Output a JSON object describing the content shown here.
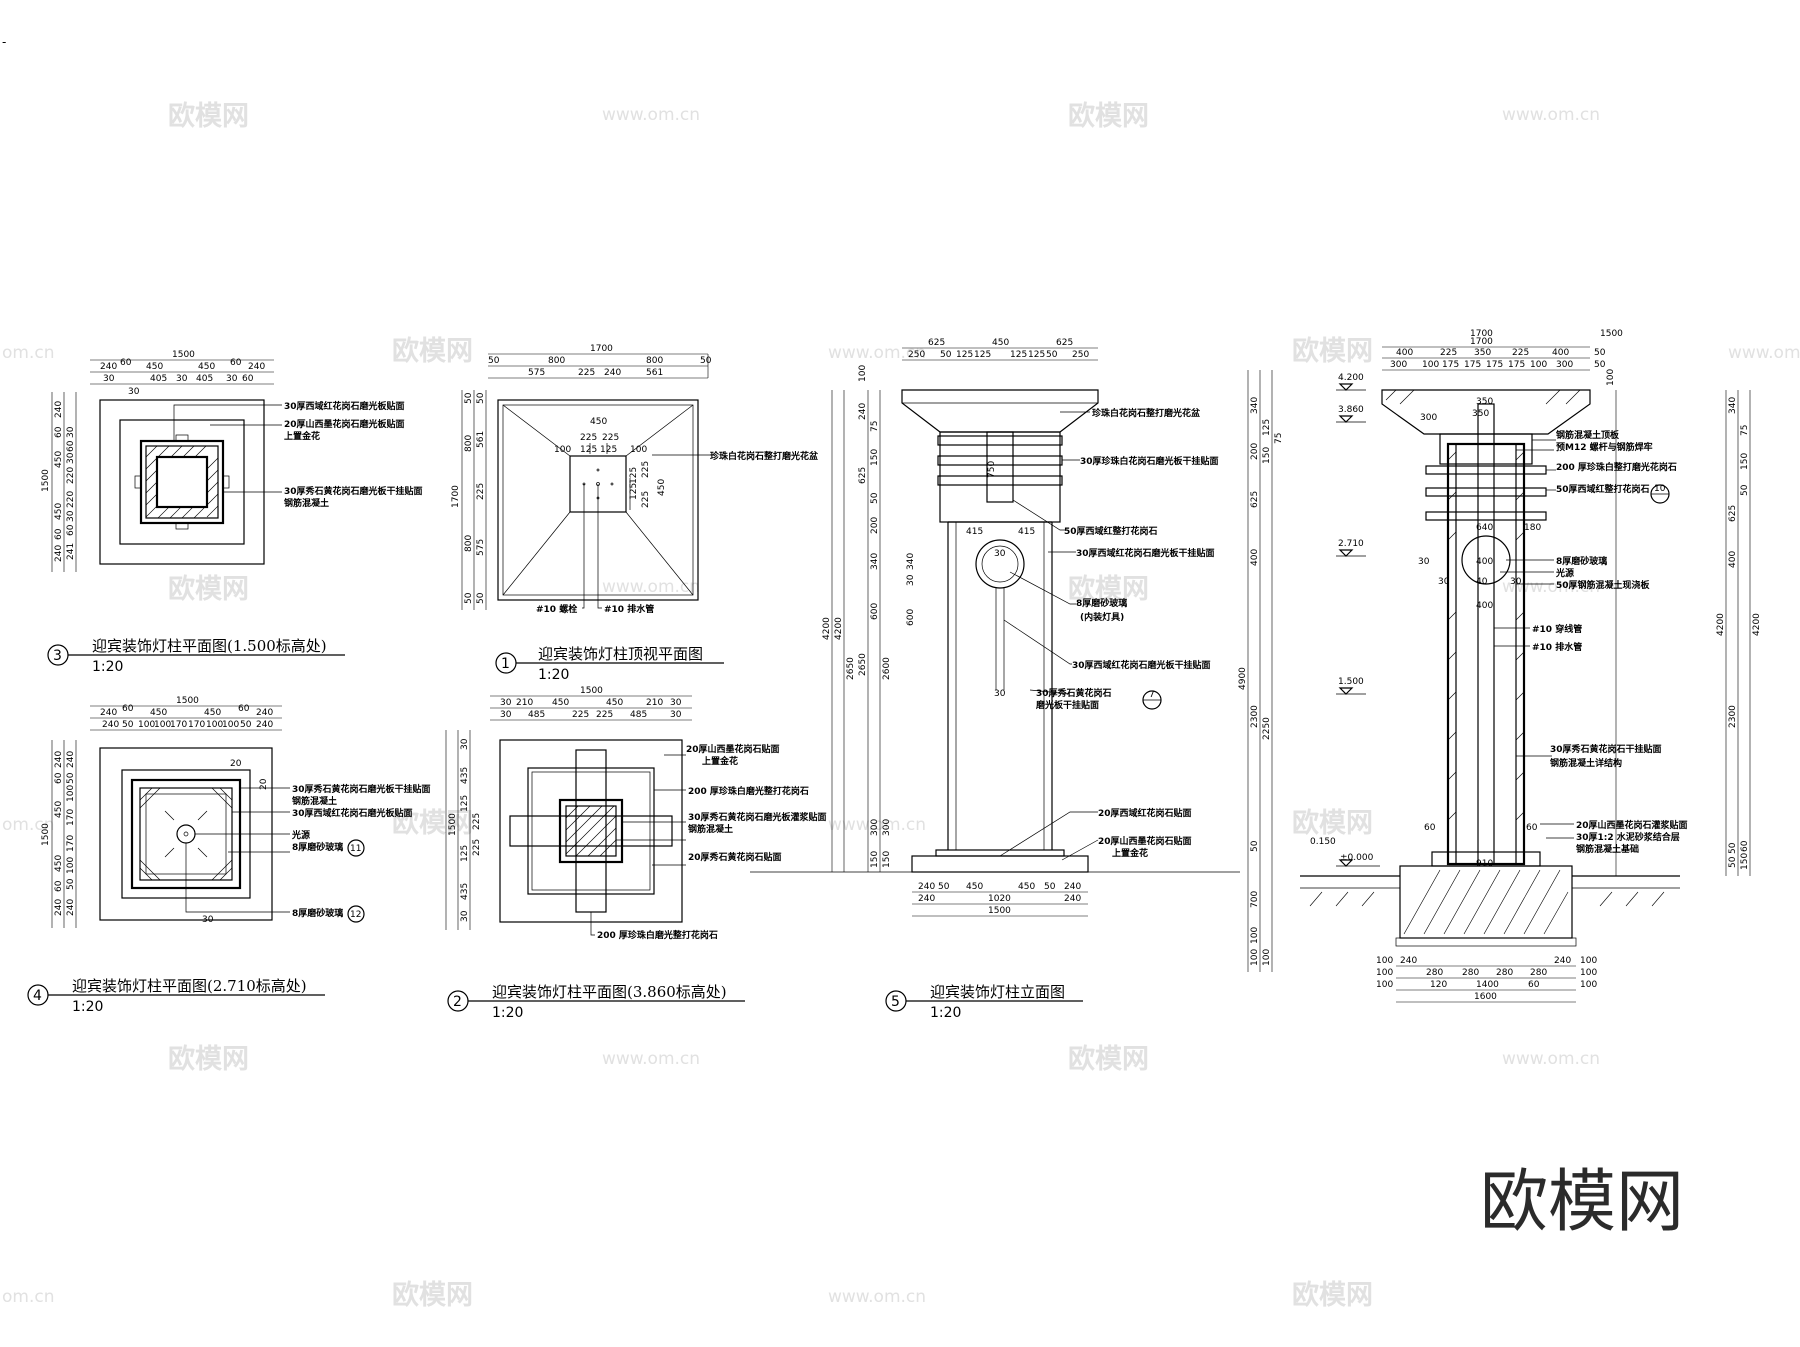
{
  "corner_mark": "-",
  "watermarks": {
    "brand": "欧模网",
    "url": "www.om.cn",
    "url_short": "om.cn"
  },
  "brand_logo": "欧模网",
  "views": {
    "v3": {
      "number": "3",
      "title": "迎宾装饰灯柱平面图(1.500标高处)",
      "scale": "1:20",
      "dims_top": [
        "1500",
        "240",
        "60",
        "450",
        "450",
        "60",
        "240",
        "30",
        "405",
        "30",
        "405",
        "30",
        "60",
        "30"
      ],
      "dims_left": [
        "1500",
        "240",
        "60",
        "450",
        "450",
        "60",
        "240",
        "30",
        "60",
        "30",
        "220",
        "220",
        "30",
        "60",
        "241"
      ],
      "notes": [
        "30厚西域红花岗石磨光板贴面",
        "20厚山西墨花岗石磨光板贴面",
        "上置金花",
        "30厚秀石黄花岗石磨光板干挂贴面",
        "钢筋混凝土"
      ]
    },
    "v1": {
      "number": "1",
      "title": "迎宾装饰灯柱顶视平面图",
      "scale": "1:20",
      "dims_top": [
        "1700",
        "800",
        "800",
        "50",
        "50",
        "575",
        "225",
        "240",
        "561"
      ],
      "dims_inner": [
        "450",
        "100",
        "225",
        "225",
        "100",
        "125",
        "125",
        "125",
        "125",
        "225",
        "225",
        "450"
      ],
      "dims_left": [
        "1700",
        "50",
        "50",
        "561",
        "800",
        "225",
        "800",
        "575",
        "50",
        "50"
      ],
      "notes": [
        "珍珠白花岗石整打磨光花盆",
        "#10 螺栓",
        "#10 排水管"
      ]
    },
    "v4": {
      "number": "4",
      "title": "迎宾装饰灯柱平面图(2.710标高处)",
      "scale": "1:20",
      "dims_top": [
        "1500",
        "240",
        "60",
        "450",
        "450",
        "60",
        "240",
        "240",
        "50",
        "100",
        "100",
        "170",
        "170",
        "100",
        "100",
        "50",
        "240"
      ],
      "dims_left": [
        "1500",
        "240",
        "60",
        "450",
        "450",
        "60",
        "240",
        "240",
        "50",
        "100",
        "170",
        "170",
        "100",
        "50",
        "240"
      ],
      "dims_misc": [
        "20",
        "20",
        "30"
      ],
      "notes": [
        "30厚秀石黄花岗石磨光板干挂贴面",
        "钢筋混凝土",
        "30厚西域红花岗石磨光板贴面",
        "光源",
        "8厚磨砂玻璃",
        "8厚磨砂玻璃"
      ],
      "markers": [
        "11",
        "12"
      ]
    },
    "v2": {
      "number": "2",
      "title": "迎宾装饰灯柱平面图(3.860标高处)",
      "scale": "1:20",
      "dims_top": [
        "1500",
        "30",
        "210",
        "450",
        "450",
        "210",
        "30",
        "30",
        "485",
        "225",
        "225",
        "485",
        "30"
      ],
      "dims_left": [
        "1500",
        "30",
        "435",
        "125",
        "225",
        "225",
        "125",
        "435",
        "30"
      ],
      "notes": [
        "20厚山西墨花岗石贴面",
        "上置金花",
        "200 厚珍珠白磨光整打花岗石",
        "30厚秀石黄花岗石磨光板灌浆贴面",
        "钢筋混凝土",
        "20厚秀石黄花岗石贴面",
        "200 厚珍珠白磨光整打花岗石"
      ]
    },
    "v5": {
      "number": "5",
      "title": "迎宾装饰灯柱立面图",
      "scale": "1:20",
      "dims_top": [
        "625",
        "450",
        "625",
        "250",
        "50",
        "125",
        "125",
        "125",
        "125",
        "50",
        "250"
      ],
      "dims_right": [
        "100",
        "240",
        "75",
        "625",
        "150",
        "50",
        "200",
        "340",
        "600",
        "2650",
        "300",
        "150",
        "4200"
      ],
      "dims_left": [
        "4200",
        "2650",
        "2600",
        "340",
        "600",
        "300",
        "150"
      ],
      "dims_bottom": [
        "240",
        "50",
        "450",
        "450",
        "50",
        "240",
        "240",
        "1020",
        "240",
        "1500"
      ],
      "dims_misc": [
        "415",
        "415",
        "750",
        "30",
        "30",
        "30"
      ],
      "notes": [
        "珍珠白花岗石整打磨光花盆",
        "30厚珍珠白花岗石磨光板干挂贴面",
        "50厚西域红整打花岗石",
        "30厚西域红花岗石磨光板干挂贴面",
        "8厚磨砂玻璃",
        "(内装灯具)",
        "30厚西域红花岗石磨光板干挂贴面",
        "30厚秀石黄花岗石",
        "磨光板干挂贴面",
        "20厚西域红花岗石贴面",
        "20厚山西墨花岗石贴面",
        "上置金花"
      ],
      "markers": [
        "7"
      ]
    },
    "v6": {
      "dims_top": [
        "1700",
        "400",
        "225",
        "350",
        "225",
        "400",
        "50",
        "50",
        "300",
        "100",
        "175",
        "175",
        "175",
        "175",
        "100",
        "300"
      ],
      "dims_inner": [
        "350",
        "640",
        "180",
        "400",
        "40",
        "400",
        "30",
        "30",
        "30",
        "60",
        "60",
        "910"
      ],
      "dims_left": [
        "4900",
        "340",
        "125",
        "75",
        "200",
        "150",
        "625",
        "400",
        "2300",
        "50",
        "2250",
        "700",
        "100",
        "100",
        "100"
      ],
      "dims_right": [
        "100",
        "340",
        "75",
        "150",
        "50",
        "625",
        "400",
        "2300",
        "50",
        "150",
        "4200",
        "4200",
        "350",
        "300",
        "1700",
        "1500",
        "60",
        "50"
      ],
      "dims_bottom": [
        "240",
        "100",
        "120",
        "1400",
        "60",
        "240",
        "100",
        "280",
        "280",
        "280",
        "280",
        "100",
        "100",
        "1600",
        "100",
        "100"
      ],
      "levels": [
        "4.200",
        "3.860",
        "2.710",
        "1.500",
        "±0.000"
      ],
      "level_side": "0.150",
      "notes": [
        "钢筋混凝土顶板",
        "预M12 螺杆与钢筋焊牢",
        "200 厚珍珠白整打磨光花岗石",
        "50厚西域红整打花岗石",
        "8厚磨砂玻璃",
        "光源",
        "50厚钢筋混凝土现浇板",
        "#10 穿线管",
        "#10 排水管",
        "30厚秀石黄花岗石干挂贴面",
        "钢筋混凝土详结构",
        "20厚山西墨花岗石灌浆贴面",
        "30厚1:2 水泥砂浆结合层",
        "钢筋混凝土基础"
      ],
      "markers": [
        "10"
      ]
    }
  }
}
